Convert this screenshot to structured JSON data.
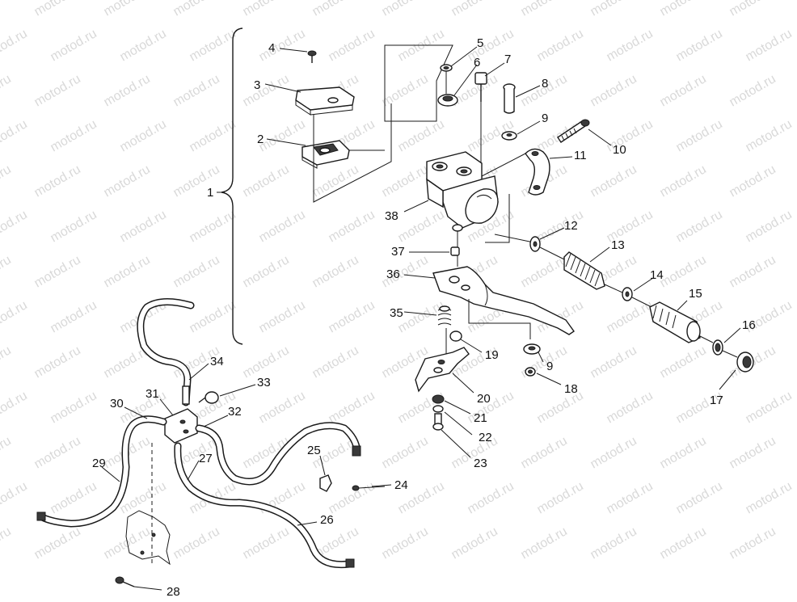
{
  "watermark": {
    "text": "motod.ru"
  },
  "diagram": {
    "labels": {
      "1": "1",
      "2": "2",
      "3": "3",
      "4": "4",
      "5": "5",
      "6": "6",
      "7": "7",
      "8": "8",
      "9a": "9",
      "9b": "9",
      "10": "10",
      "11": "11",
      "12": "12",
      "13": "13",
      "14": "14",
      "15": "15",
      "16": "16",
      "17": "17",
      "18": "18",
      "19": "19",
      "20": "20",
      "21": "21",
      "22": "22",
      "23": "23",
      "24": "24",
      "25": "25",
      "26": "26",
      "27": "27",
      "28": "28",
      "29": "29",
      "30": "30",
      "31": "31",
      "32": "32",
      "33": "33",
      "34": "34",
      "35": "35",
      "36": "36",
      "37": "37",
      "38": "38"
    }
  }
}
